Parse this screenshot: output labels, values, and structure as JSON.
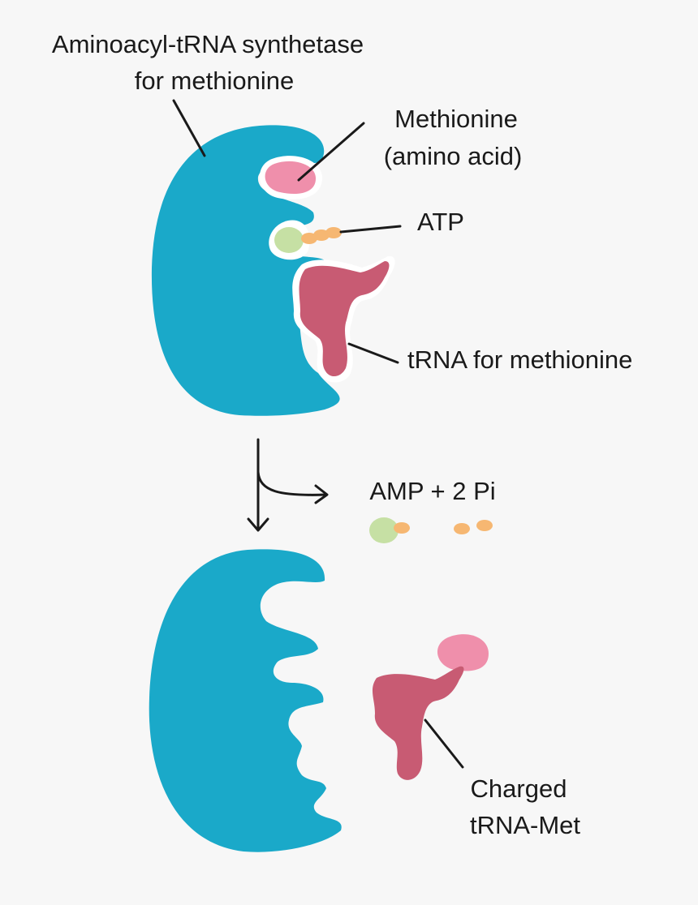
{
  "labels": {
    "enzyme_line1": "Aminoacyl-tRNA synthetase",
    "enzyme_line2": "for methionine",
    "methionine_line1": "Methionine",
    "methionine_line2": "(amino acid)",
    "atp": "ATP",
    "trna": "tRNA for methionine",
    "byproducts": "AMP + 2 Pi",
    "charged_line1": "Charged",
    "charged_line2": "tRNA-Met"
  },
  "colors": {
    "enzyme": "#1aa9c9",
    "methionine": "#ef8fab",
    "trna": "#c85b73",
    "adenosine": "#c6e0a4",
    "phosphate": "#f6b772",
    "outline": "#ffffff",
    "background": "#f7f7f7"
  }
}
